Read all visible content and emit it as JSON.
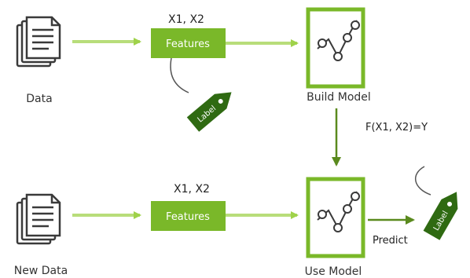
{
  "nodes": {
    "data_label": "Data",
    "new_data_label": "New Data",
    "features_top": {
      "vars": "X1, X2",
      "label": "Features"
    },
    "features_bottom": {
      "vars": "X1, X2",
      "label": "Features"
    },
    "build_model_label": "Build Model",
    "use_model_label": "Use Model",
    "function_label": "F(X1, X2)=Y",
    "predict_label": "Predict",
    "tag_top_label": "Label",
    "tag_bottom_label": "Label"
  },
  "colors": {
    "green": "#7ab829",
    "green_light": "#b8dd7a",
    "dark_green": "#2f6a12",
    "arrow_dark": "#5a8a1e",
    "icon_stroke": "#3a3a3a"
  }
}
